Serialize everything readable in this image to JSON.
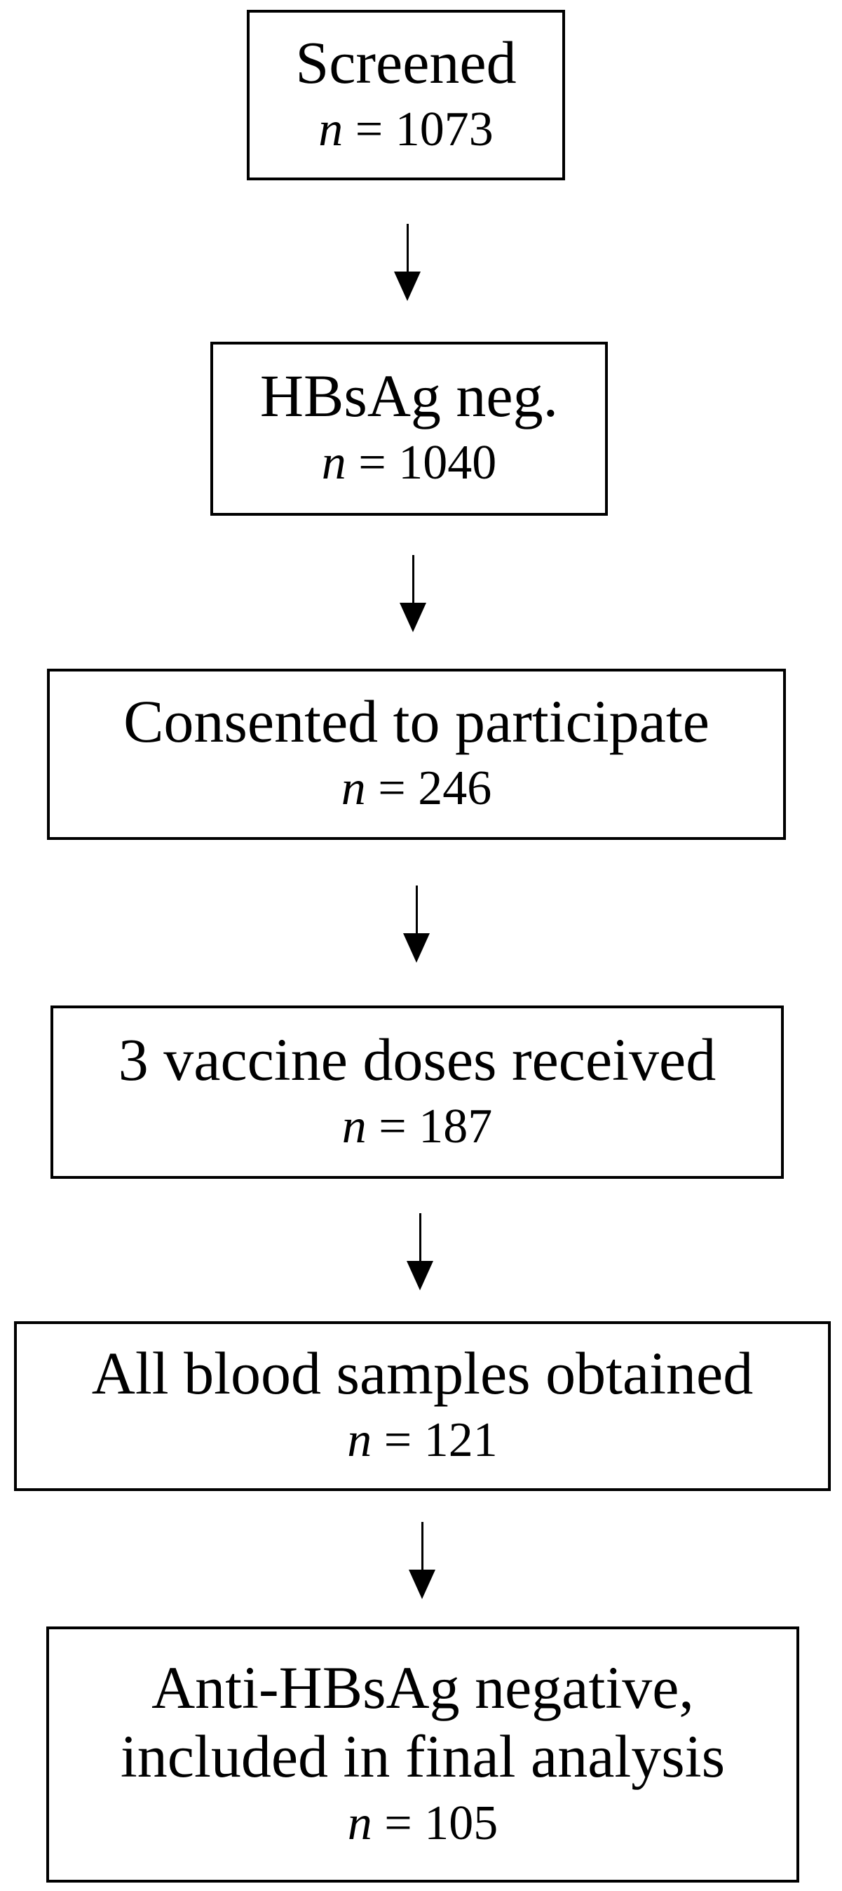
{
  "figure": {
    "type": "flowchart",
    "direction": "top-down",
    "connector_icon": "down-arrow",
    "connector_count": 5,
    "colors": {
      "background": "#ffffff",
      "box_fill": "#ffffff",
      "box_border": "#000000",
      "text": "#000000",
      "arrow": "#000000"
    },
    "boxes": [
      {
        "id": "screened",
        "lines": [
          "Screened"
        ],
        "n_var": "n",
        "n_rest": " = 1073"
      },
      {
        "id": "hbsag-negative",
        "lines": [
          "HBsAg neg."
        ],
        "n_var": "n",
        "n_rest": " = 1040"
      },
      {
        "id": "consented",
        "lines": [
          "Consented to participate"
        ],
        "n_var": "n",
        "n_rest": " = 246"
      },
      {
        "id": "three-doses",
        "lines": [
          "3 vaccine doses received"
        ],
        "n_var": "n",
        "n_rest": " = 187"
      },
      {
        "id": "blood-samples",
        "lines": [
          "All blood samples obtained"
        ],
        "n_var": "n",
        "n_rest": " = 121"
      },
      {
        "id": "final-analysis",
        "lines": [
          "Anti-HBsAg negative,",
          "included in final analysis"
        ],
        "n_var": "n",
        "n_rest": " = 105"
      }
    ]
  }
}
